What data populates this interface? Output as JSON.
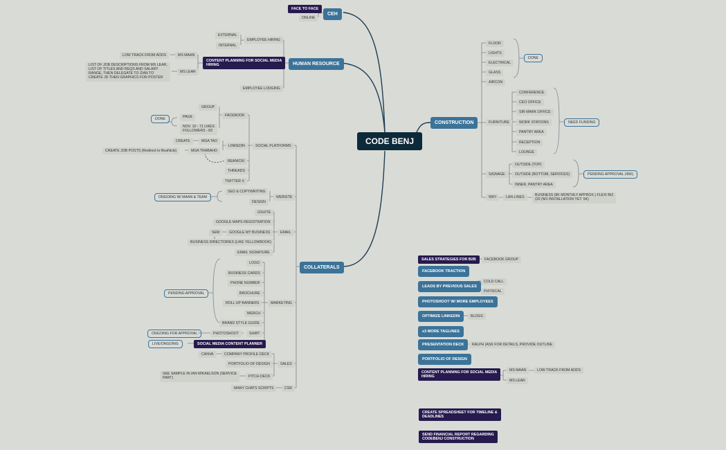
{
  "colors": {
    "background": "#d9dbd6",
    "root": "#0d2a3a",
    "main_topic": "#3b7399",
    "subtopic": "#cfd1cb",
    "dark_note": "#261a4e",
    "line": "#1f3d52"
  },
  "root": "CODE BENJ",
  "ceh": {
    "title": "CEH",
    "face_to_face": "FACE TO FACE",
    "online": "ONLINE"
  },
  "hr": {
    "title": "HUMAN RESOURCE",
    "employee_hiring": "EMPLOYEE HIRING",
    "external": "EXTERNAL",
    "internal": "INTERNAL",
    "content_planning": "CONTENT PLANNING FOR SOCIAL MEDIA\nHIRING",
    "ms_maan": "MS MAAN",
    "low_track": "LOW TRACK FROM ADDS",
    "ms_lear": "MS LEAR",
    "job_desc": "LIST OF JOB DESCRIPTIONS FROM MS LEAR,\nLIST OF TITLES AND REQS AND SALARY\nRANGE, THEN DELEGATE TO ZIAN TO\nCREATE JD THEN GRAPHICS FOR POSTER",
    "employee_lodging": "EMPLOYEE LODGING"
  },
  "collaterals": {
    "title": "COLLATERALS",
    "social_platforms": "SOCIAL PLATFORMS",
    "facebook": "FACEBOOK",
    "group": "GROUP",
    "page": "PAGE",
    "page_stats": "NOV. 10 - 71 LIKES\nFOLLOWERS - 83",
    "done": "DONE",
    "linkedin": "LINKEDIN",
    "mga_tao": "MGA TAO",
    "create": "CREATE",
    "mga_trabaho": "MGA TRABAHO",
    "create_job_posts": "CREATE JOB POSTS (Redirect to BeaNicki)",
    "beanicki": "BEANICKI",
    "threads": "THREADS",
    "twitter": "TWITTER X",
    "website": "WEBSITE",
    "seo": "SEO & COPYWRITING",
    "design": "DESIGN",
    "ongoing_maan": "ONGOING W/ MAAN & TEAM",
    "email": "EMAIL",
    "gsuite": "GSUITE",
    "google_maps": "GOOGLE MAPS REGISTRATION",
    "google_my_business": "GOOGLE MY BUSINESS",
    "sem": "SEM",
    "business_directories": "BUSINESS DIRECTORIES (LIKE YELLOWBOOK)",
    "email_signature": "EMAIL SIGNATURE",
    "marketing": "MARKETING",
    "logo": "LOGO",
    "business_cards": "BUSINESS CARDS",
    "phone_number": "PHONE NUMBER",
    "brochure": "BROCHURE",
    "roll_up": "ROLL UP BANNERS",
    "merch": "MERCH",
    "brand_style": "BRAND STYLE GUIDE",
    "shirt": "SHIRT",
    "photoshoot": "PHOTOSHOOT",
    "ongoing_approval": "ONGOING FOR APPROVAL",
    "social_planner": "SOCIAL MEDIA CONTENT PLANNER",
    "live_ongoing": "LIVE/ONGOING",
    "pending_approval": "PENDING APPROVAL",
    "sales": "SALES",
    "company_profile": "COMPANY PROFILE DECK",
    "canva": "CANVA",
    "portfolio": "PORTFOLIO OF DESIGN",
    "pitch_deck": "PITCH DECK",
    "see_sample": "SEE SAMPLE IN IAN MIKAELSON (SERVICE\nPART)",
    "csr": "CSR",
    "many_chats": "MANY CHATS SCRIPTS"
  },
  "construction": {
    "title": "CONSTRUCTION",
    "floor": "FLOOR",
    "lights": "LIGHTS",
    "electrical": "ELECTRICAL",
    "glass": "GLASS",
    "aircon": "AIRCON",
    "done": "DONE",
    "furniture": "FURNITURE",
    "conference": "CONFERENCE",
    "ceo_office": "CEO OFFICE",
    "sir_mark": "SIR MARK OFFICE",
    "work_stations": "WORK STATIONS",
    "pantry": "PANTRY AREA",
    "reception": "RECEPTION",
    "lounge": "LOUNGE",
    "need_funding": "NEED FUNDING",
    "signage": "SIGNAGE",
    "outside_top": "OUTSIDE (TOP)",
    "outside_bottom": "OUTSIDE (BOTTOM, SERVICES)",
    "inner_pantry": "INNER, PANTRY AREA",
    "pending_approval": "PENDING APPROVAL (45K)",
    "wifi": "WIFI",
    "lan_lines": "LAN LINES",
    "business_plan": "BUSINESS (8K MONTHLY APPROX.) FLEXI BIZ\n(20 (NO INSTALLATION YET: 5K)"
  },
  "floating": {
    "sales_strategies": "SALES STRATEGIES FOR B2B",
    "facebook_group": "FACEBOOK GROUP",
    "facebook_traction": "FACEBOOK TRACTION",
    "leads": "LEADS BY PREVIOUS SALES",
    "cold_call": "COLD CALL",
    "physical": "PHYSICAL",
    "photoshoot_employees": "PHOTOSHOOT W/ MORE EMPLOYEES",
    "optimize_linkedin": "OPTIMIZE LINKEDIN",
    "blogs": "BLOGS",
    "more_taglines": "x3 MORE TAGLINES",
    "presentation_deck": "PRESENTATION DECK",
    "ralph": "RALPH (ASK FOR DETAILS, PROVIDE OUTLINE",
    "portfolio_design": "PORTFOLIO OF DESIGN",
    "content_planning": "CONTENT PLANNING FOR SOCIAL MEDIA\nHIRING",
    "ms_maan": "MS MAAN",
    "low_track": "LOW TRACK FROM ADDS",
    "ms_lear": "MS LEAR",
    "spreadsheet": "CREATE SPREADSHEET FOR TIMELINE &\nDEADLINES",
    "financial_report": "SEND FINANCIAL REPORT REGARDING\nCODEBENJ CONSTRUCTION"
  }
}
